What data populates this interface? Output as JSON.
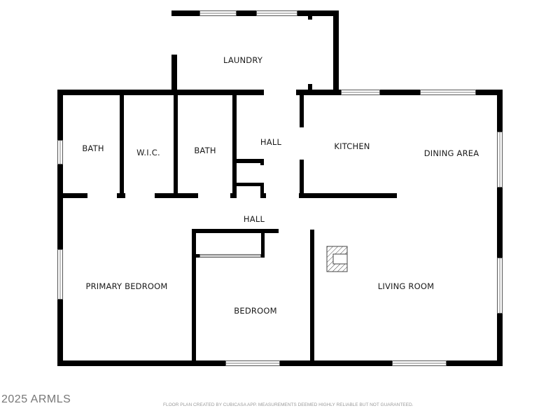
{
  "rooms": {
    "laundry": "LAUNDRY",
    "bath_1": "BATH",
    "wic": "W.I.C.",
    "bath_2": "BATH",
    "hall_upper": "HALL",
    "kitchen": "KITCHEN",
    "dining_area": "DINING AREA",
    "hall_lower": "HALL",
    "primary_bedroom": "PRIMARY BEDROOM",
    "bedroom": "BEDROOM",
    "living_room": "LIVING ROOM"
  },
  "watermark": "2025 ARMLS",
  "disclaimer": "FLOOR PLAN CREATED BY CUBICASA APP. MEASUREMENTS DEEMED HIGHLY RELIABLE BUT NOT GUARANTEED.",
  "colors": {
    "wall": "#000000",
    "window": "#555555",
    "background": "#ffffff"
  }
}
